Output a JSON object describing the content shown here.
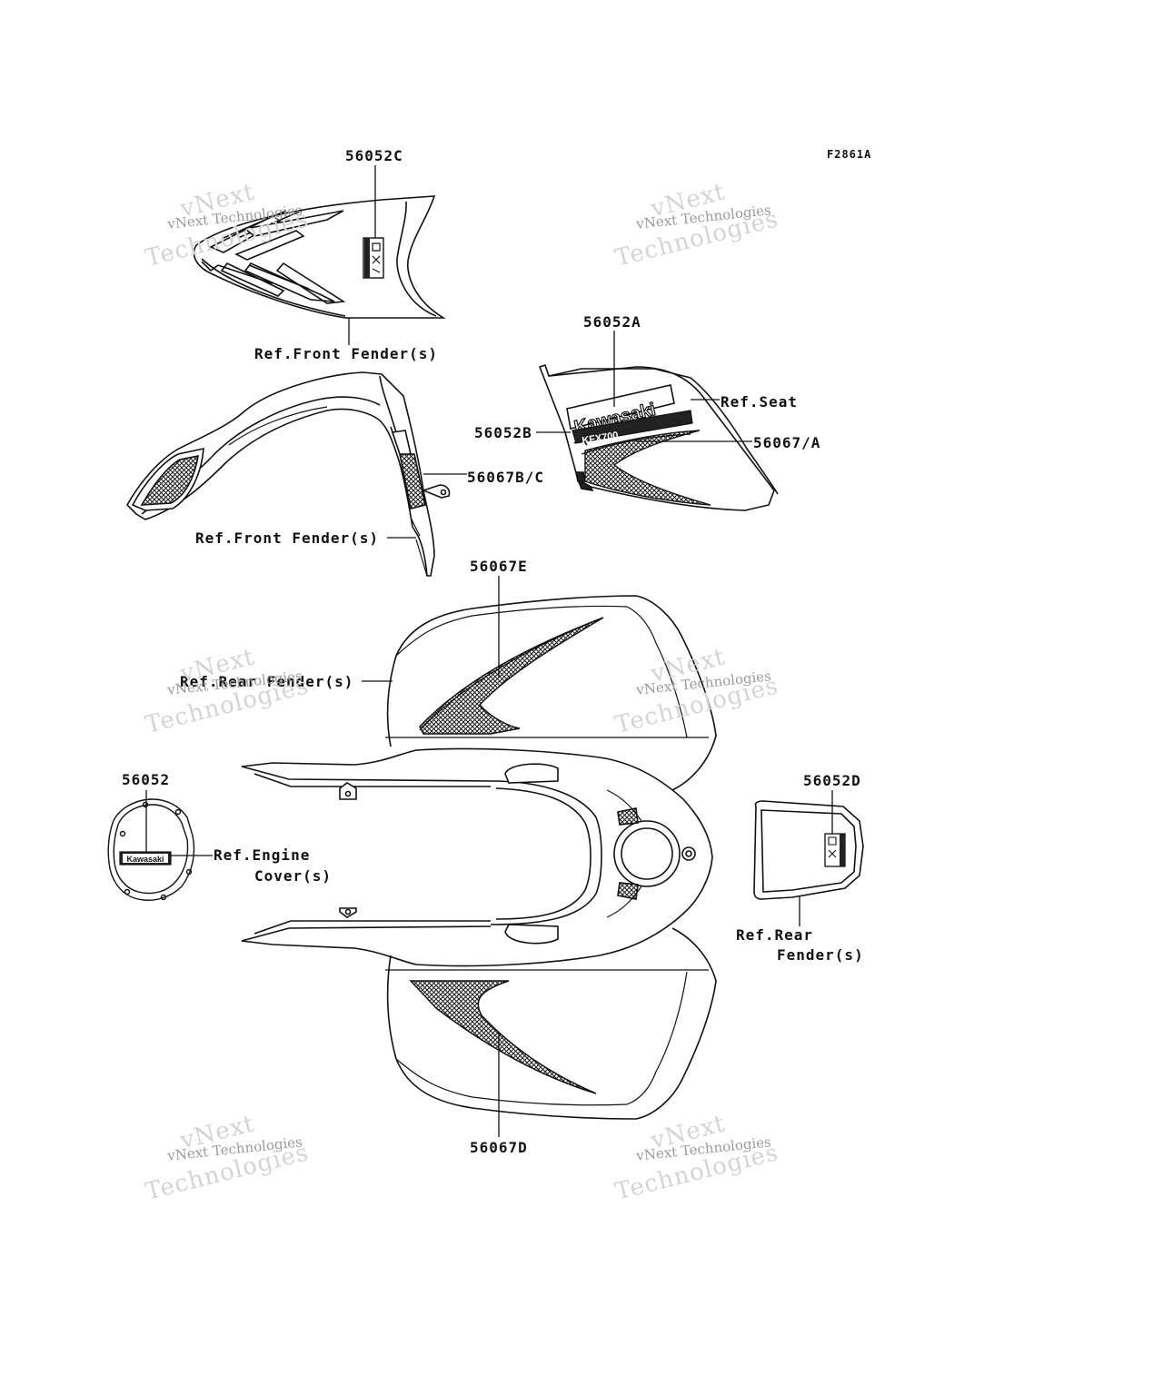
{
  "diagram_code": "F2861A",
  "callouts": {
    "part_56052C": "56052C",
    "ref_front_fender_top": "Ref.Front Fender(s)",
    "part_56052A": "56052A",
    "ref_seat": "Ref.Seat",
    "part_56052B": "56052B",
    "part_56067A": "56067/A",
    "part_56067BC": "56067B/C",
    "ref_front_fender_mid": "Ref.Front Fender(s)",
    "part_56067E": "56067E",
    "ref_rear_fender_left": "Ref.Rear Fender(s)",
    "part_56052": "56052",
    "ref_engine_line1": "Ref.Engine",
    "ref_engine_line2": "Cover(s)",
    "part_56052D": "56052D",
    "ref_rear_fender_right_line1": "Ref.Rear",
    "ref_rear_fender_right_line2": "Fender(s)",
    "part_56067D": "56067D"
  },
  "decal_text": {
    "brand": "Kawasaki",
    "model": "KFX700"
  },
  "watermark": {
    "line1": "vNext Technologies",
    "line2": "vNext",
    "line3": "Technologies"
  }
}
